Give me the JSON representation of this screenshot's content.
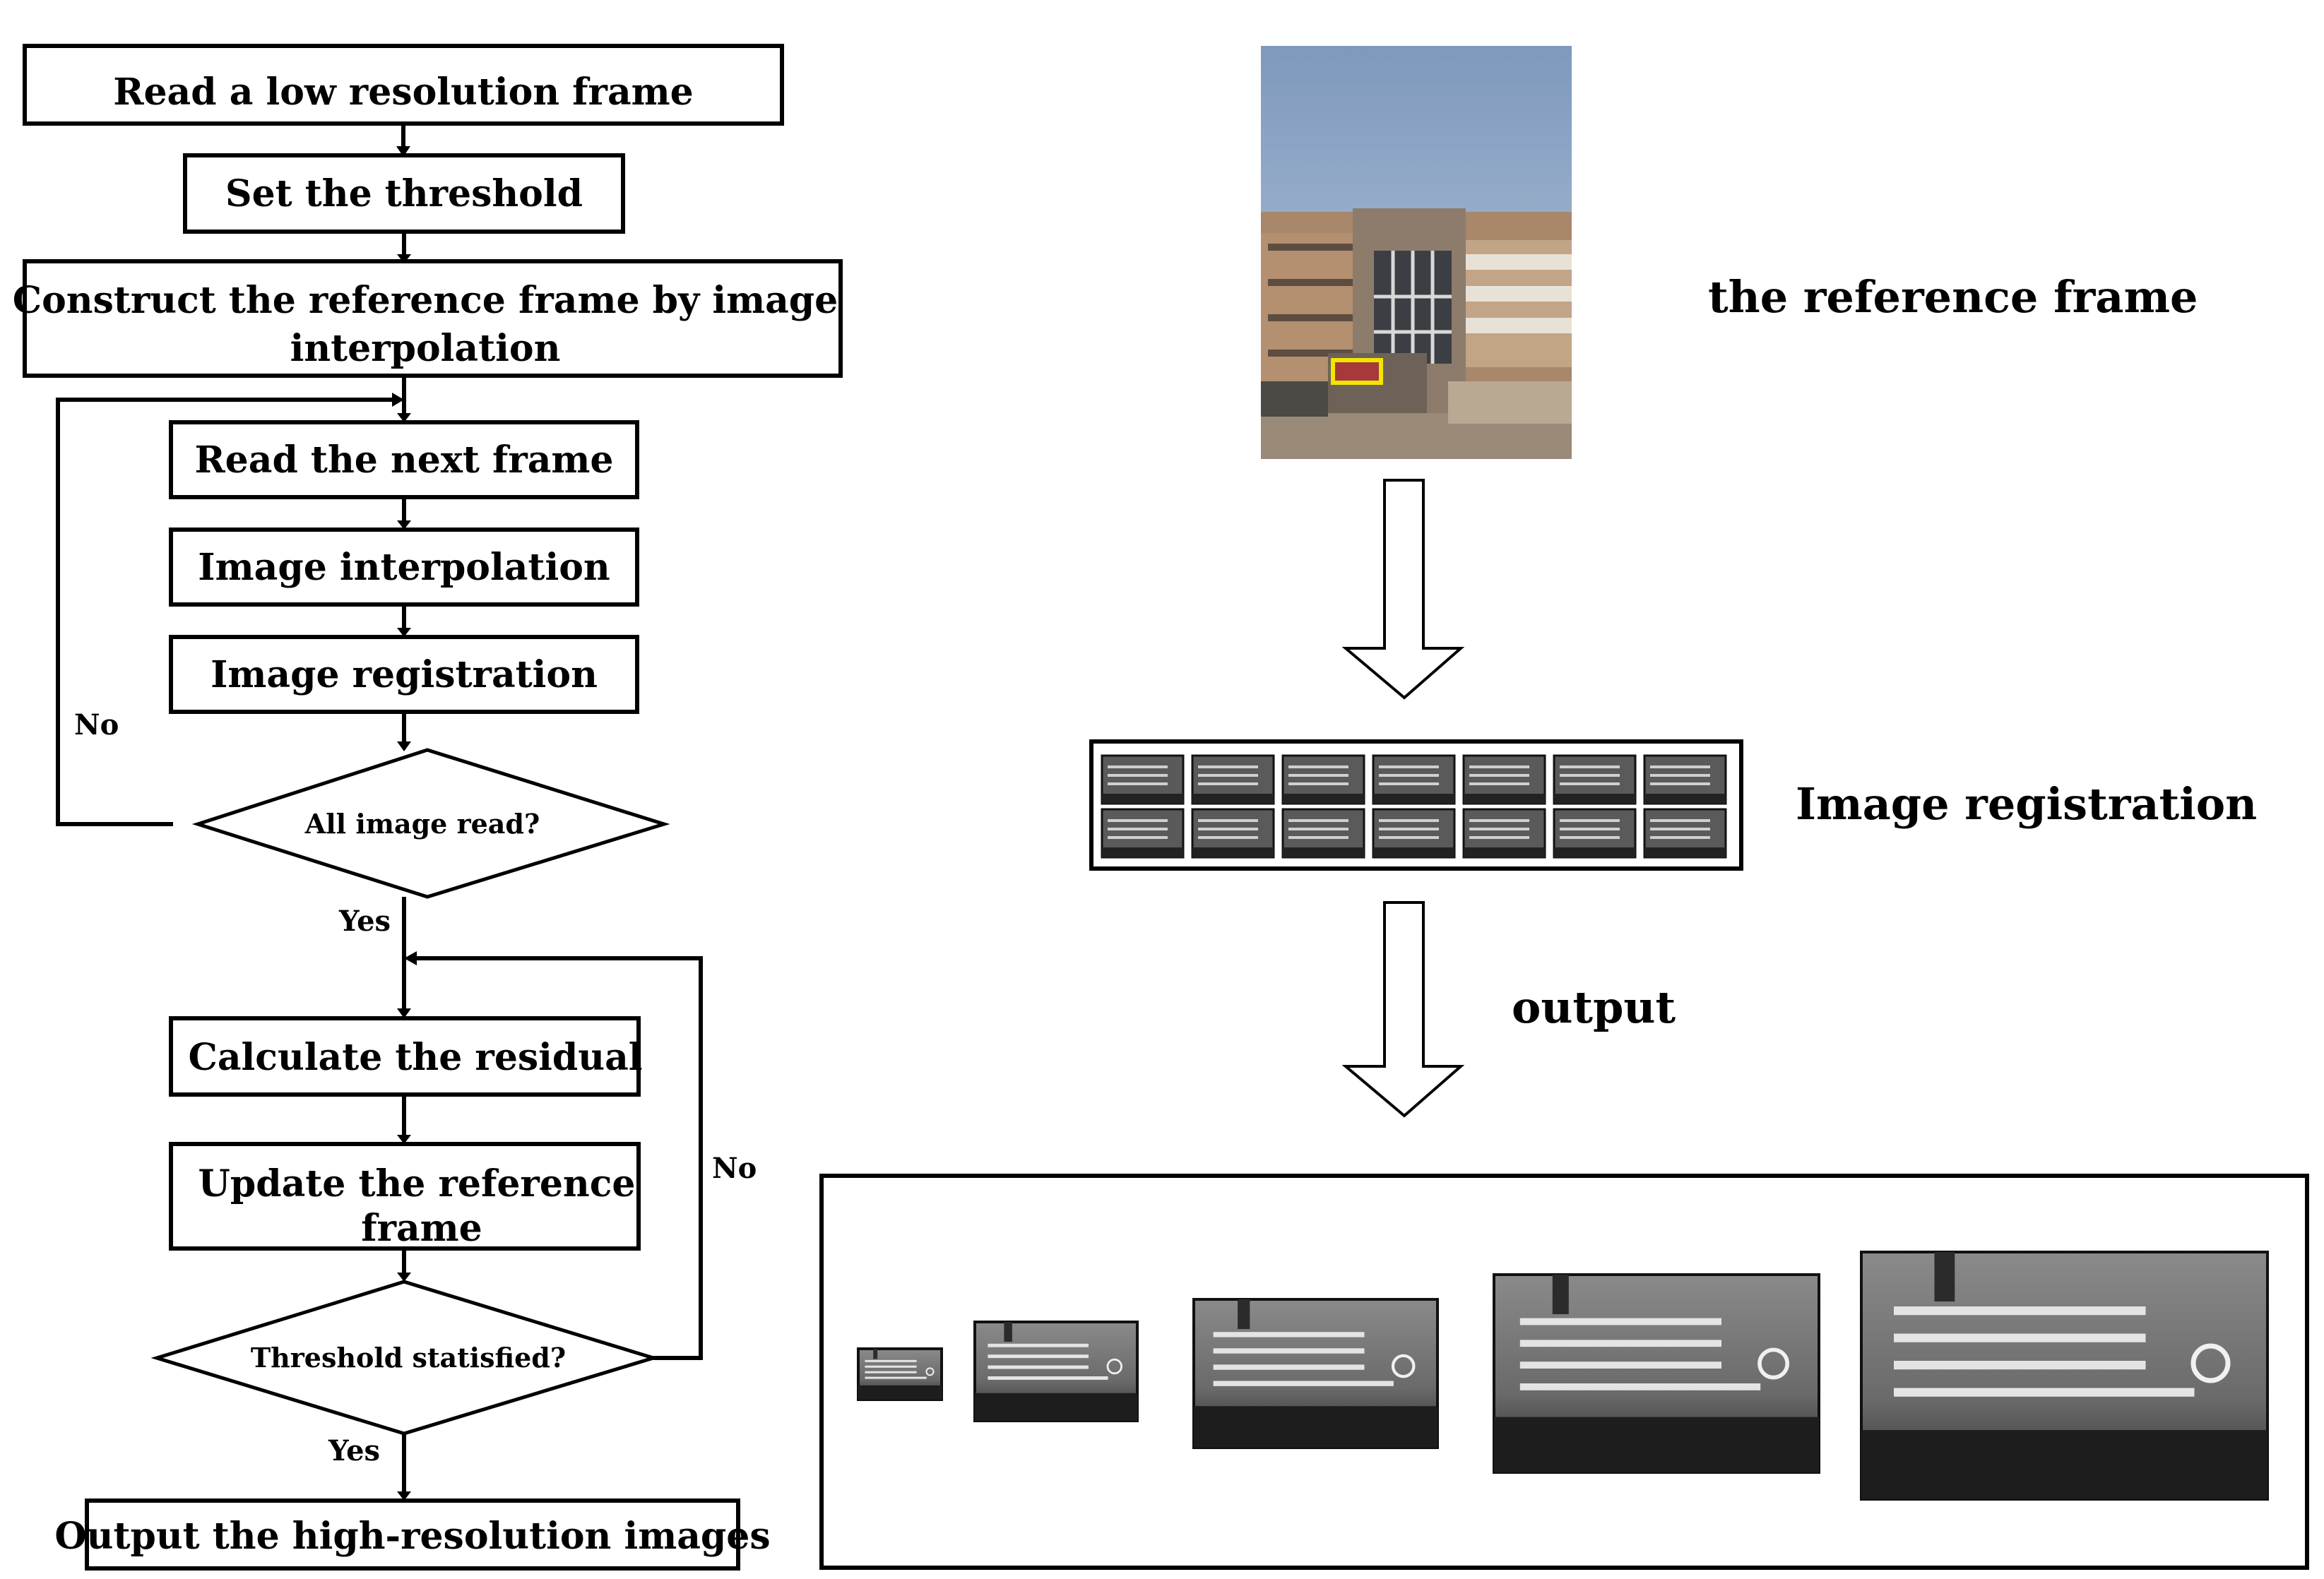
{
  "flowchart": {
    "step1": "Read a  low resolution frame",
    "step2": "Set the threshold",
    "step3_line1": "Construct the reference frame by image",
    "step3_line2": "interpolation",
    "step4": "Read the next frame",
    "step5": "Image interpolation",
    "step6": "Image registration",
    "decision1": "All image  read?",
    "decision1_no": "No",
    "decision1_yes": "Yes",
    "step7": "Calculate the residual",
    "step8_line1": "Update the reference",
    "step8_line2": "frame",
    "decision2": "Threshold statisfied?",
    "decision2_no": "No",
    "decision2_yes": "Yes",
    "step9": "Output the high-resolution images"
  },
  "right_panel": {
    "reference_label": "the reference frame",
    "registration_label": "Image registration",
    "output_label": "output",
    "registration_frame_count": 14,
    "output_stage_count": 5
  },
  "colors": {
    "sky": "#8ea6c6",
    "building": "#b89a82",
    "highlight": "#f2e600",
    "sign": "#6b6b6b"
  }
}
